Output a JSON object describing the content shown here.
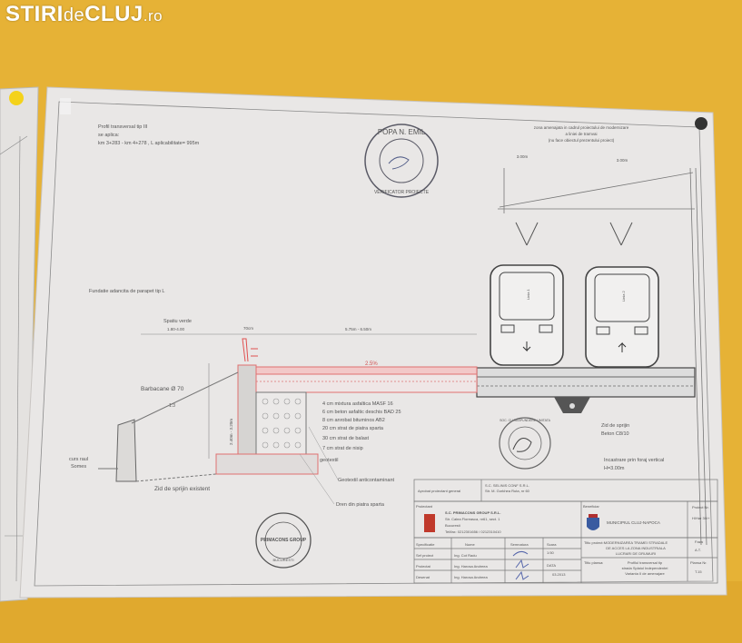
{
  "watermark": {
    "part1": "STIRI",
    "part2": "de",
    "part3": "CLUJ",
    "part4": ".ro"
  },
  "drawing": {
    "header_lines": [
      "Profil transversal tip III",
      "se aplica:",
      "km 3+283 - km 4+278 , L aplicabilitate= 995m"
    ],
    "top_right_note": [
      "zona amenajata in cadrul proiectului de modernizare",
      "a liniei de tramvai",
      "(nu face obiectul prezentului proiect)"
    ],
    "dim_left_top": "3.00m",
    "dim_right_top": "3.00m",
    "label_fundatie": "Fundatie adancita de parapet tip L",
    "label_spatiu": "Spatiu verde",
    "dim_spatiu": "1.80-4.00",
    "dim_70": "70cm",
    "dim_road": "5.75m - 6.50m",
    "slope": "2.5%",
    "label_barbacane": "Barbacane Ø 70",
    "slope_13": "1:3",
    "dim_height": "2.40m - 3.20m",
    "layers": [
      "4 cm mixtura asfaltica MASF 16",
      "6 cm beton asfaltic deschis BAD 25",
      "8 cm anrobat bituminos AB2",
      "20 cm strat de piatra sparta",
      "30 cm strat de balast",
      "7 cm strat de nisip",
      "geotextil"
    ],
    "label_geotextil_anti": "Geotextil anticontaminant",
    "label_dren": "Dren din piatra sparta",
    "label_curs": "curs raul",
    "label_somes": "Somes",
    "label_zid_existent": "Zid de sprijin existent",
    "label_zid_beton": [
      "Zid de sprijin",
      "Beton C8/10"
    ],
    "label_incastrare": [
      "Incastrare prin foraj vertical",
      "H=3.00m"
    ],
    "tram_labels": [
      "Linia 1",
      "Linia 2"
    ]
  },
  "stamps": {
    "top": "POPA N. EMIL",
    "top_sub": "VERIFICATOR PROIECTE",
    "bottom": "PRIMACONS GROUP",
    "bottom_sub": "BUCURESTI",
    "mid": "SOC. CU RASPUNDERE LIMITATA"
  },
  "title_block": {
    "aprobat_label": "Aprobat proiectant general",
    "aprobat_company": [
      "S.C. SELINIS CONF S.R.L.",
      "Str. M. Gorkhea Ruta, nr 60"
    ],
    "proiectant_label": "Proiectant",
    "proiectant_lines": [
      "S.C. PRIMACONS GROUP S.R.L.",
      "Str. Calea Floreasca, nr61, sect. 1",
      "Bucuresti",
      "Tel/fax: 0212301656 / 0212310410"
    ],
    "beneficiar_label": "Beneficiar",
    "beneficiar_name": "MUNICIPIUL CLUJ-NAPOCA",
    "proiect_nr_label": "Proiect Nr.",
    "proiect_nr": "H/Har 30/+",
    "headers": [
      "Specificatie",
      "Nume",
      "Semnatura",
      "Scara"
    ],
    "scara": "1:50",
    "rows": [
      {
        "role": "Sef proiect",
        "name": "Ing. Cot Radu"
      },
      {
        "role": "Proiectat",
        "name": "Ing. Harosa Andreea"
      },
      {
        "role": "Desenat",
        "name": "Ing. Harosa Andreea"
      }
    ],
    "data_label": "DATA",
    "data_value": "03.2013",
    "titlu_proiect_label": "Titlu proiect:",
    "titlu_proiect": [
      "MODERNIZAREA TRAMEI STRADALE",
      "DE ACCES LA ZONA INDUSTRIALA",
      "LUCRARI DE DRUMURI"
    ],
    "titlu_plansa_label": "Titlu plansa:",
    "titlu_plansa": [
      "Profilul transversal tip",
      "strada Splaiul Independentei",
      "Varianta II de amenajare"
    ],
    "faza_label": "Faza",
    "faza": "A.T.",
    "plansa_label": "Plansa Nr.",
    "plansa": "T.15"
  },
  "colors": {
    "wall": "#e8b437",
    "paper": "#e9e7e6",
    "red": "#e07070"
  }
}
